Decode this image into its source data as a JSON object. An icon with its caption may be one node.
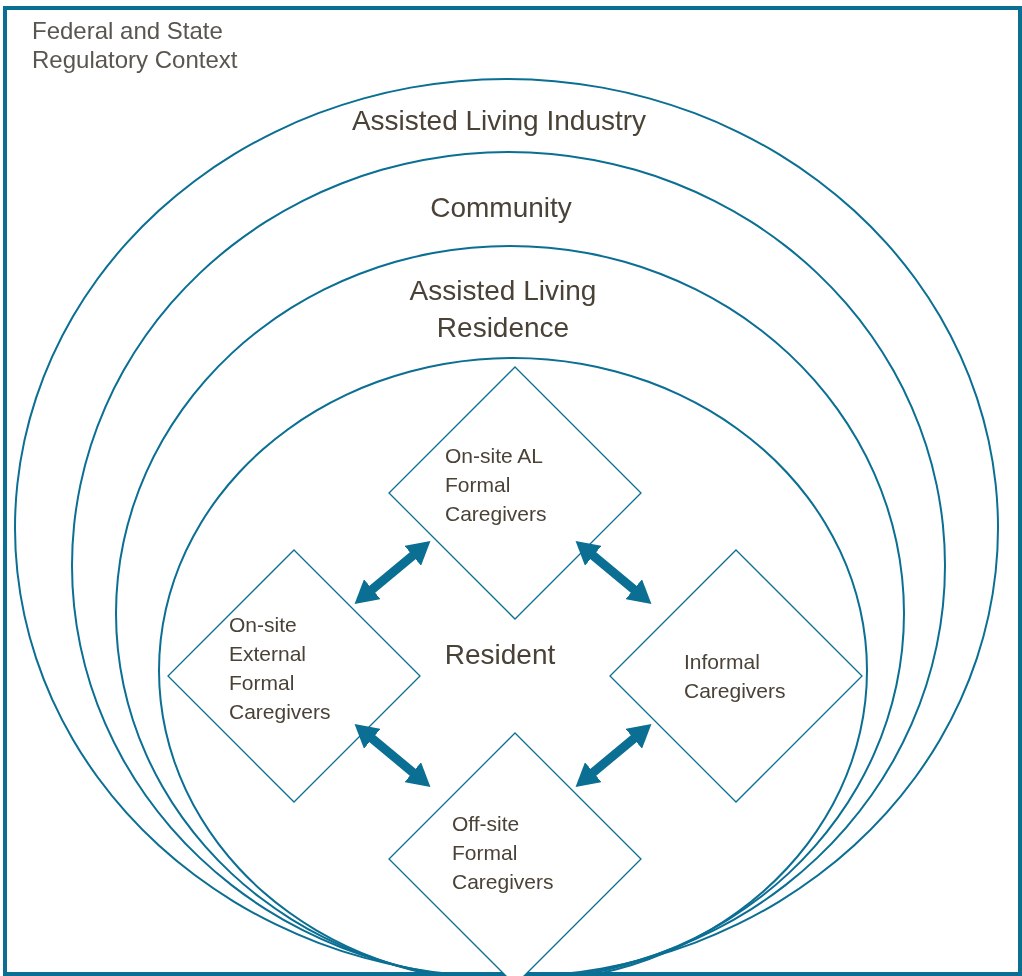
{
  "diagram": {
    "nodes": [
      {
        "text": [
          "Federal and State Regulatory Context"
        ]
      },
      {
        "text": [
          "Assisted Living Industry"
        ],
        "in": 0
      },
      {
        "text": [
          "Community"
        ],
        "in": 1
      },
      {
        "text": [
          "Assisted Living Residence"
        ],
        "in": 2
      },
      {
        "text": [
          "Resident"
        ],
        "in": 3
      },
      {
        "text": [
          "On-site AL Formal Caregivers"
        ],
        "in": 4
      },
      {
        "text": [
          "On-site External Formal Caregivers"
        ],
        "in": 4
      },
      {
        "text": [
          "Informal Caregivers"
        ],
        "in": 4
      },
      {
        "text": [
          "Off-site Formal Caregivers"
        ],
        "in": 4
      }
    ],
    "edges": [
      {
        "from": 5,
        "to": 6,
        "arrow": "both"
      },
      {
        "from": 5,
        "to": 7,
        "arrow": "both"
      },
      {
        "from": 6,
        "to": 8,
        "arrow": "both"
      },
      {
        "from": 8,
        "to": 7,
        "arrow": "both"
      }
    ]
  }
}
